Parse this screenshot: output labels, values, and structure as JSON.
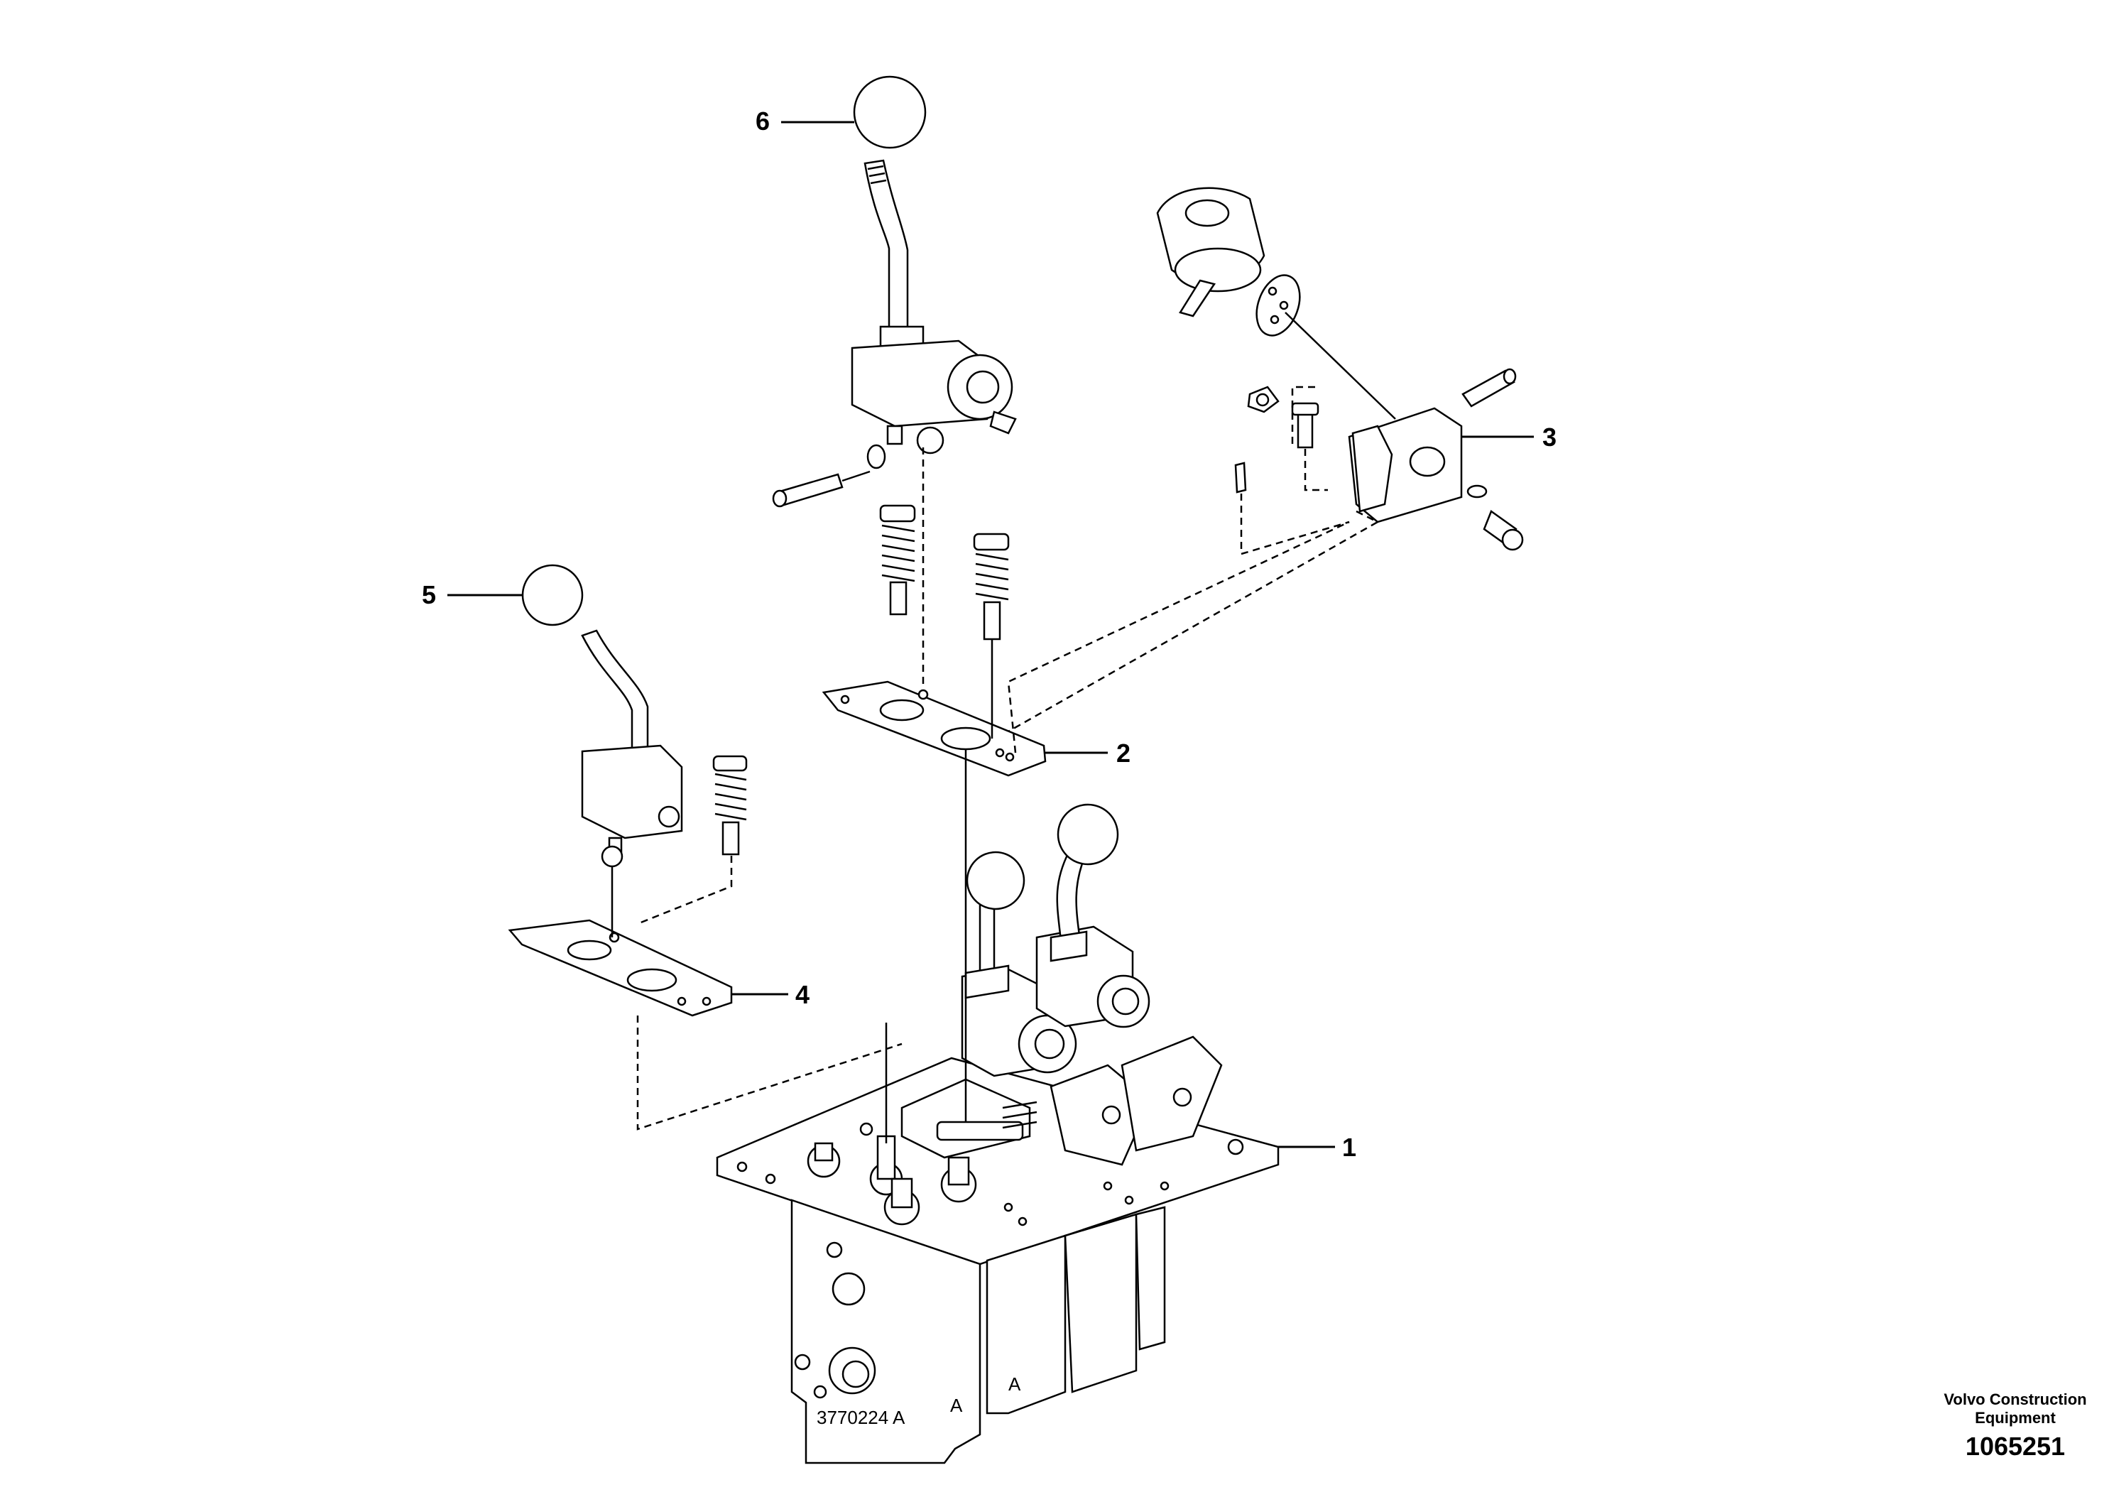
{
  "callouts": {
    "c1": "1",
    "c2": "2",
    "c3": "3",
    "c4": "4",
    "c5": "5",
    "c6": "6"
  },
  "body_markings": {
    "casting_number": "3770224 A",
    "port_a1": "A",
    "port_a2": "A"
  },
  "credit": {
    "line1": "Volvo Construction",
    "line2": "Equipment",
    "drawing_number": "1065251"
  }
}
